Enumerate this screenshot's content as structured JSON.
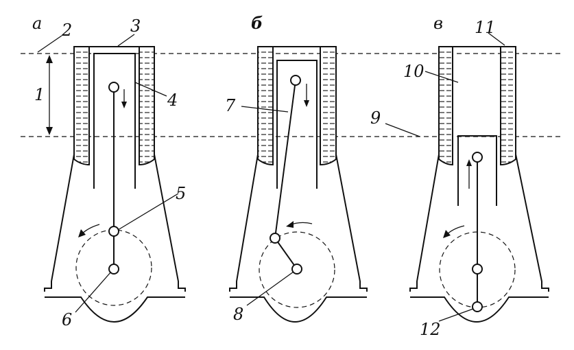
{
  "panels": [
    {
      "letter": "а"
    },
    {
      "letter": "б"
    },
    {
      "letter": "в"
    }
  ],
  "callouts": [
    "1",
    "2",
    "3",
    "4",
    "5",
    "6",
    "7",
    "8",
    "9",
    "10",
    "11",
    "12"
  ]
}
